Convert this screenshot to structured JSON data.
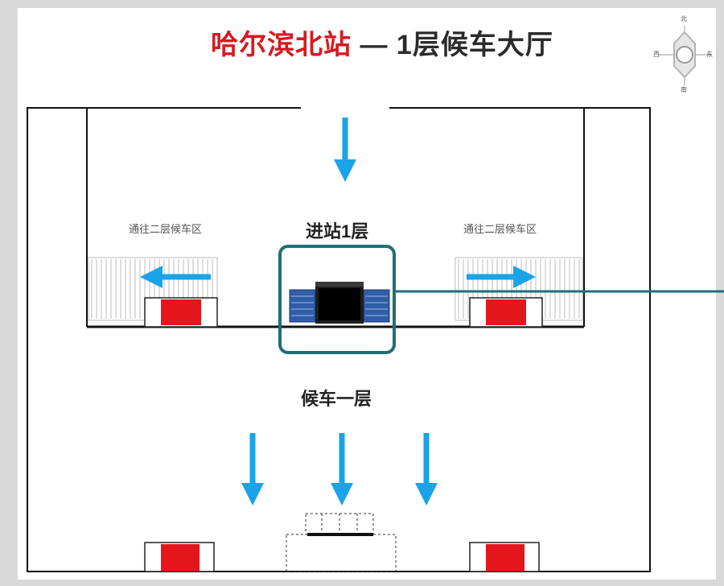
{
  "title": {
    "station": "哈尔滨北站",
    "separator": "—",
    "floor": "1层候车大厅"
  },
  "compass": {
    "north": "北",
    "east": "东",
    "south": "南",
    "west": "西"
  },
  "labels": {
    "left_upstairs": "通往二层候车区",
    "right_upstairs": "通往二层候车区",
    "entrance": "进站1层",
    "hall": "候车一层"
  },
  "colors": {
    "title_red": "#d71921",
    "arrow_blue": "#1aa3e8",
    "highlight_teal": "#1f6f78",
    "gate_red": "#e3151d",
    "machine_blue": "#2f5da8"
  }
}
